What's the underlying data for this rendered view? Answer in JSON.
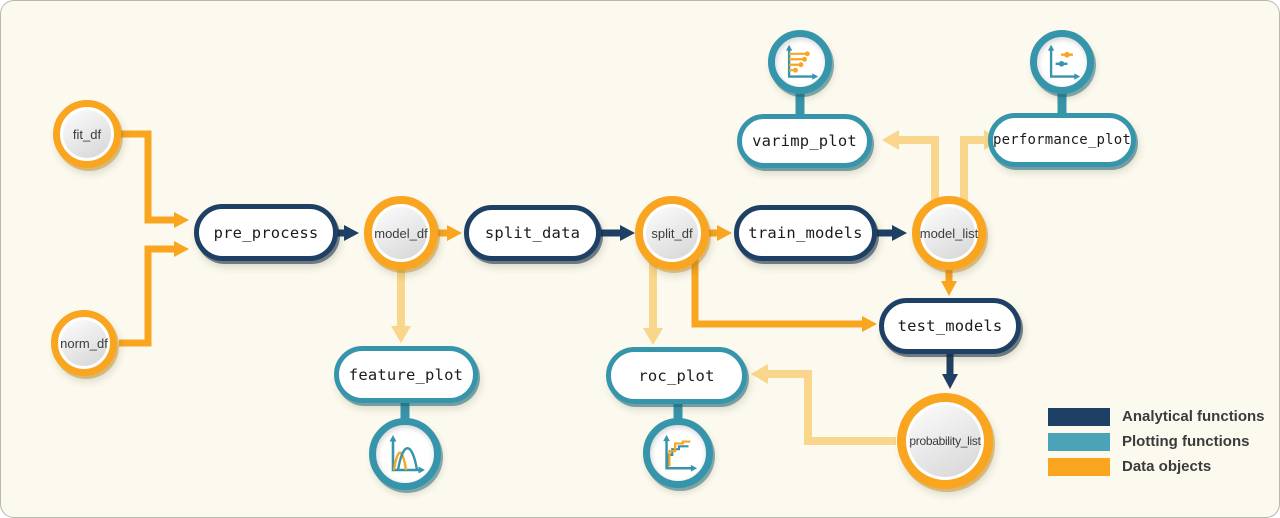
{
  "nodes": {
    "fit_df": {
      "label": "fit_df",
      "type": "data object"
    },
    "norm_df": {
      "label": "norm_df",
      "type": "data object"
    },
    "model_df": {
      "label": "model_df",
      "type": "data object"
    },
    "split_df": {
      "label": "split_df",
      "type": "data object"
    },
    "model_list": {
      "label": "model_list",
      "type": "data object"
    },
    "probability_list": {
      "label": "probability_list",
      "type": "data object"
    },
    "pre_process": {
      "label": "pre_process",
      "type": "analytical function"
    },
    "split_data": {
      "label": "split_data",
      "type": "analytical function"
    },
    "train_models": {
      "label": "train_models",
      "type": "analytical function"
    },
    "test_models": {
      "label": "test_models",
      "type": "analytical function"
    },
    "varimp_plot": {
      "label": "varimp_plot",
      "type": "plotting function",
      "icon": "lollipop-chart-icon"
    },
    "performance_plot": {
      "label": "performance_plot",
      "type": "plotting function",
      "icon": "pointrange-chart-icon"
    },
    "feature_plot": {
      "label": "feature_plot",
      "type": "plotting function",
      "icon": "density-chart-icon"
    },
    "roc_plot": {
      "label": "roc_plot",
      "type": "plotting function",
      "icon": "roc-curve-icon"
    }
  },
  "edges": [
    {
      "from": "fit_df",
      "to": "pre_process",
      "style": "orange"
    },
    {
      "from": "norm_df",
      "to": "pre_process",
      "style": "orange"
    },
    {
      "from": "pre_process",
      "to": "model_df",
      "style": "navy"
    },
    {
      "from": "model_df",
      "to": "split_data",
      "style": "orange"
    },
    {
      "from": "model_df",
      "to": "feature_plot",
      "style": "pale-orange"
    },
    {
      "from": "split_data",
      "to": "split_df",
      "style": "navy"
    },
    {
      "from": "split_df",
      "to": "train_models",
      "style": "orange"
    },
    {
      "from": "split_df",
      "to": "test_models",
      "style": "orange"
    },
    {
      "from": "split_df",
      "to": "roc_plot",
      "style": "pale-orange"
    },
    {
      "from": "train_models",
      "to": "model_list",
      "style": "navy"
    },
    {
      "from": "model_list",
      "to": "varimp_plot",
      "style": "pale-orange"
    },
    {
      "from": "model_list",
      "to": "performance_plot",
      "style": "pale-orange"
    },
    {
      "from": "model_list",
      "to": "test_models",
      "style": "orange"
    },
    {
      "from": "test_models",
      "to": "probability_list",
      "style": "navy"
    },
    {
      "from": "probability_list",
      "to": "roc_plot",
      "style": "pale-orange"
    }
  ],
  "legend": {
    "items": [
      {
        "label": "Analytical functions",
        "color": "#1F4065"
      },
      {
        "label": "Plotting functions",
        "color": "#4BA3B8"
      },
      {
        "label": "Data objects",
        "color": "#F9A51F"
      }
    ]
  },
  "colors": {
    "background": "#FCFAEE",
    "analytical_border": "#1F4065",
    "plotting_border": "#3795AB",
    "data_object_border": "#F9A51F",
    "orange_arrow": "#F9A51F",
    "navy_arrow": "#1F4065",
    "pale_orange_arrow": "#FAD58C"
  }
}
